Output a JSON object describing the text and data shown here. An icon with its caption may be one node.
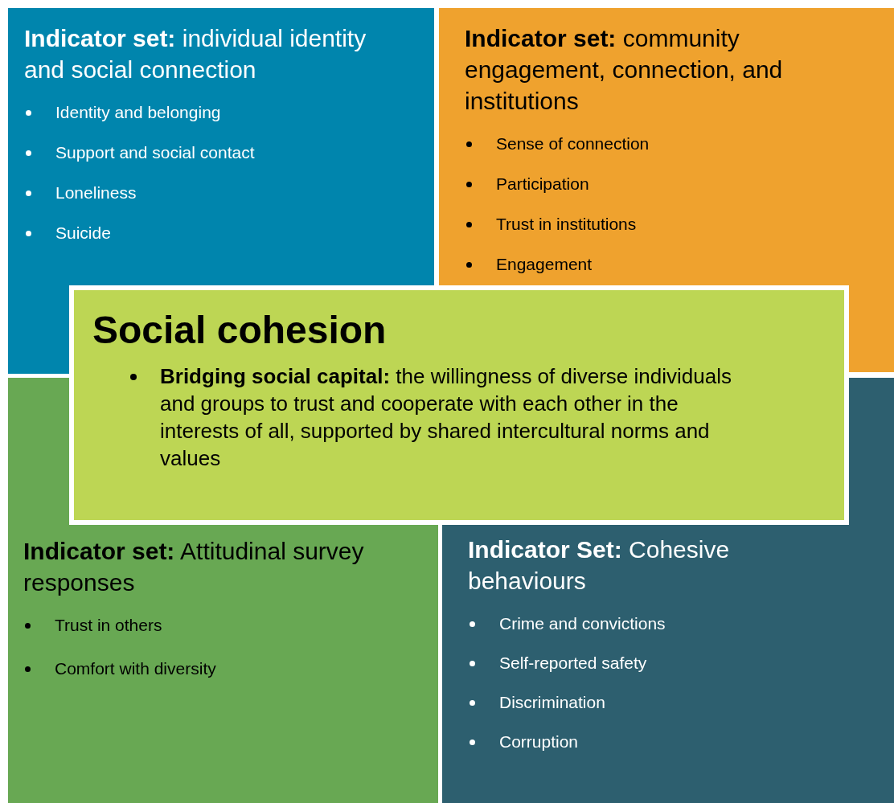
{
  "diagram": {
    "nodes": [
      {
        "text": [
          "**Indicator set:** individual identity and social connection",
          "Identity and belonging",
          "Support and social contact",
          "Loneliness",
          "Suicide"
        ]
      },
      {
        "text": [
          "**Indicator set:** community engagement, connection, and institutions",
          "Sense of connection",
          "Participation",
          "Trust in institutions",
          "Engagement"
        ]
      },
      {
        "text": [
          "**Indicator set:** Attitudinal survey responses",
          "Trust in others",
          "Comfort with diversity"
        ]
      },
      {
        "text": [
          "**Indicator Set:** Cohesive behaviours",
          "Crime and convictions",
          "Self-reported safety",
          "Discrimination",
          "Corruption"
        ]
      },
      {
        "text": [
          "Social cohesion",
          "**Bridging social capital:** the willingness of diverse individuals and groups to trust and cooperate with each other in the interests of all, supported by shared intercultural norms and values"
        ]
      }
    ]
  }
}
